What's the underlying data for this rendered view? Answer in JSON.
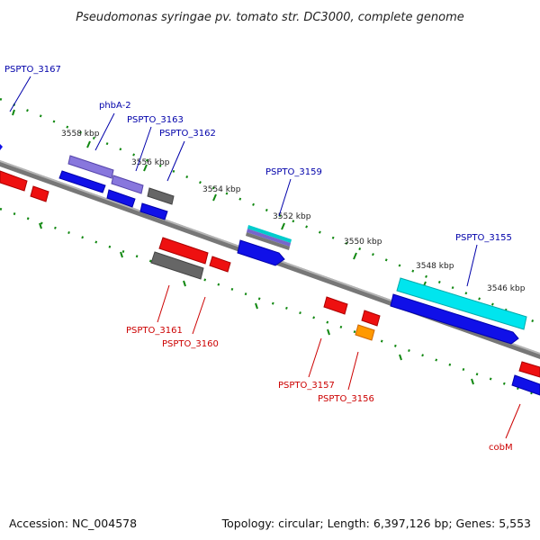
{
  "title": "Pseudomonas syringae pv. tomato str. DC3000, complete genome",
  "footer": {
    "accession": "Accession: NC_004578",
    "summary": "Topology: circular; Length: 6,397,126 bp; Genes: 5,553"
  },
  "ticks": [
    "3558 kbp",
    "3556 kbp",
    "3554 kbp",
    "3552 kbp",
    "3550 kbp",
    "3548 kbp",
    "3546 kbp"
  ],
  "genes_top": [
    {
      "label": "PSPTO_3167",
      "color": "#0000aa"
    },
    {
      "label": "phbA-2",
      "color": "#0000aa"
    },
    {
      "label": "PSPTO_3163",
      "color": "#0000aa"
    },
    {
      "label": "PSPTO_3162",
      "color": "#0000aa"
    },
    {
      "label": "PSPTO_3159",
      "color": "#0000aa"
    },
    {
      "label": "PSPTO_3155",
      "color": "#0000aa"
    }
  ],
  "genes_bottom": [
    {
      "label": "PSPTO_3161",
      "color": "#cc0000"
    },
    {
      "label": "PSPTO_3160",
      "color": "#cc0000"
    },
    {
      "label": "PSPTO_3157",
      "color": "#cc0000"
    },
    {
      "label": "PSPTO_3156",
      "color": "#cc0000"
    },
    {
      "label": "cobM",
      "color": "#cc0000"
    }
  ],
  "colors": {
    "forward_cds": "#1010e8",
    "reverse_cds": "#ee1010",
    "rrna_orange": "#ff9900",
    "gray_feature": "#666666",
    "lavender_feature": "#8877dd",
    "cyan_feature": "#00e5ee",
    "tick_green": "#118811",
    "backbone": "#777777"
  }
}
